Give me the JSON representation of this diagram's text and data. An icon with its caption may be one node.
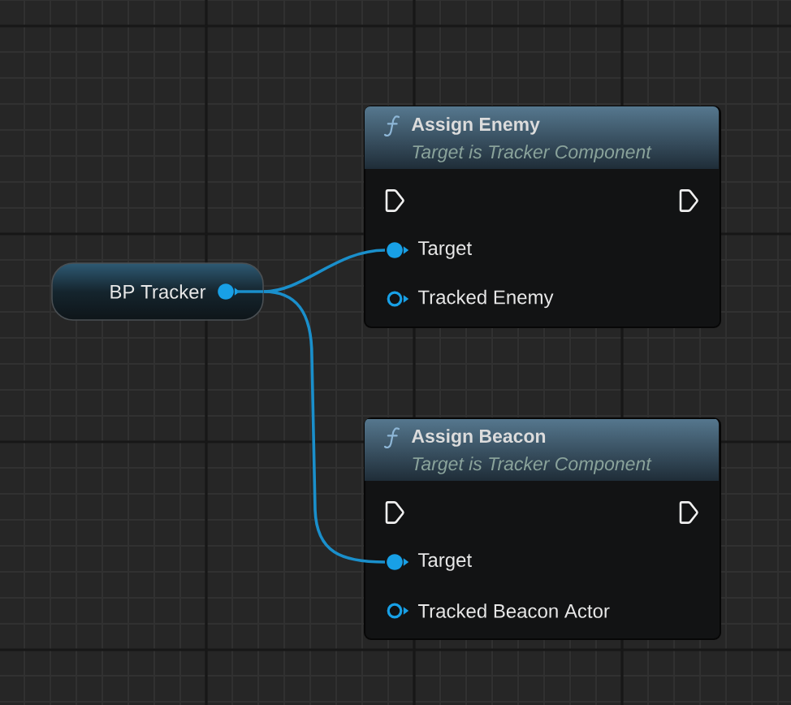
{
  "diagram": {
    "nodes": [
      {
        "text": [
          "BP Tracker"
        ]
      },
      {
        "text": [
          "Assign Enemy",
          "Target is Tracker Component"
        ]
      },
      {
        "text": [
          "Target"
        ],
        "in": 1
      },
      {
        "text": [
          "Tracked Enemy"
        ],
        "in": 1
      },
      {
        "text": [
          "Assign Beacon",
          "Target is Tracker Component"
        ]
      },
      {
        "text": [
          "Target"
        ],
        "in": 4
      },
      {
        "text": [
          "Tracked Beacon Actor"
        ],
        "in": 4
      }
    ],
    "edges": [
      {
        "from": 0,
        "to": 2,
        "arrow": "none"
      },
      {
        "from": 0,
        "to": 5,
        "arrow": "none"
      }
    ]
  }
}
